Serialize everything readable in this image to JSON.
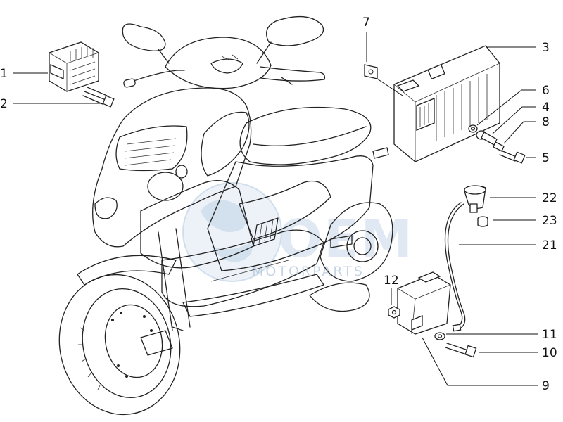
{
  "watermark": {
    "logo_text": "OEM",
    "tagline": "MOTORPARTS"
  },
  "callouts": [
    {
      "id": "1",
      "label": "1"
    },
    {
      "id": "2",
      "label": "2"
    },
    {
      "id": "3",
      "label": "3"
    },
    {
      "id": "4",
      "label": "4"
    },
    {
      "id": "5",
      "label": "5"
    },
    {
      "id": "6",
      "label": "6"
    },
    {
      "id": "7",
      "label": "7"
    },
    {
      "id": "8",
      "label": "8"
    },
    {
      "id": "9",
      "label": "9"
    },
    {
      "id": "10",
      "label": "10"
    },
    {
      "id": "11",
      "label": "11"
    },
    {
      "id": "12",
      "label": "12"
    },
    {
      "id": "21",
      "label": "21"
    },
    {
      "id": "22",
      "label": "22"
    },
    {
      "id": "23",
      "label": "23"
    }
  ],
  "colors": {
    "line": "#222222",
    "watermark": "#c7d8ea",
    "background": "#ffffff"
  }
}
